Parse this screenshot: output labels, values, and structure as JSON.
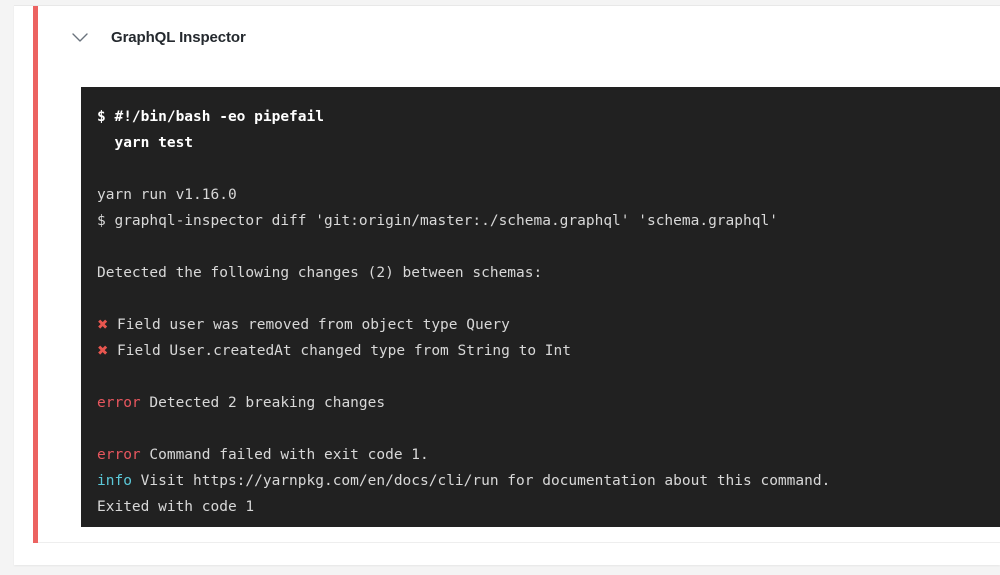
{
  "check": {
    "title": "GraphQL Inspector",
    "toggle_icon": "chevron-down-icon",
    "accent_color": "#ec6361"
  },
  "terminal": {
    "background_color": "#212121",
    "text_color": "#d8d8d8",
    "error_color": "#e8565e",
    "info_color": "#5bc8d8",
    "error_mark_color": "#e8564f",
    "lines": [
      {
        "id": "l1",
        "type": "command-bold",
        "text": "$ #!/bin/bash -eo pipefail"
      },
      {
        "id": "l2",
        "type": "command-bold",
        "text": "  yarn test"
      },
      {
        "id": "l3",
        "type": "blank",
        "text": " "
      },
      {
        "id": "l4",
        "type": "plain",
        "text": "yarn run v1.16.0"
      },
      {
        "id": "l5",
        "type": "plain",
        "text": "$ graphql-inspector diff 'git:origin/master:./schema.graphql' 'schema.graphql'"
      },
      {
        "id": "l6",
        "type": "blank",
        "text": " "
      },
      {
        "id": "l7",
        "type": "plain",
        "text": "Detected the following changes (2) between schemas:"
      },
      {
        "id": "l8",
        "type": "blank",
        "text": " "
      },
      {
        "id": "l9",
        "type": "error-mark",
        "mark": "✖",
        "text": " Field user was removed from object type Query"
      },
      {
        "id": "l10",
        "type": "error-mark",
        "mark": "✖",
        "text": " Field User.createdAt changed type from String to Int"
      },
      {
        "id": "l11",
        "type": "blank",
        "text": " "
      },
      {
        "id": "l12",
        "type": "keyword",
        "keyword": "error",
        "keyword_kind": "error",
        "text": " Detected 2 breaking changes"
      },
      {
        "id": "l13",
        "type": "blank",
        "text": " "
      },
      {
        "id": "l14",
        "type": "keyword",
        "keyword": "error",
        "keyword_kind": "error",
        "text": " Command failed with exit code 1."
      },
      {
        "id": "l15",
        "type": "keyword",
        "keyword": "info",
        "keyword_kind": "info",
        "text": " Visit https://yarnpkg.com/en/docs/cli/run for documentation about this command."
      },
      {
        "id": "l16",
        "type": "plain",
        "text": "Exited with code 1"
      }
    ]
  }
}
